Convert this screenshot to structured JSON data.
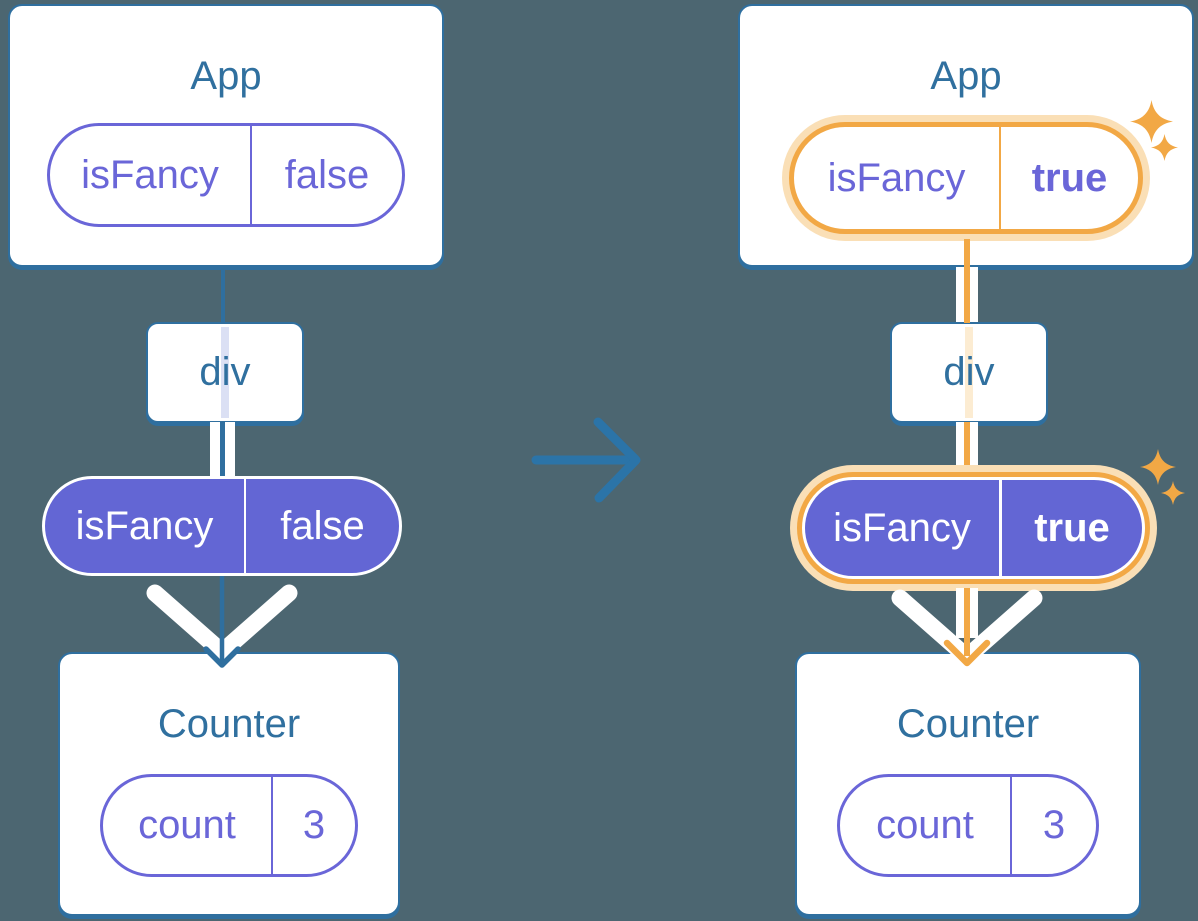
{
  "colors": {
    "background": "#4c6671",
    "card_bg": "#ffffff",
    "card_border": "#2f6f9f",
    "title_text": "#30709f",
    "purple": "#6a66d8",
    "purple_fill": "#6366d4",
    "orange": "#f2a845",
    "orange_halo": "#fadfb6",
    "connector_blue": "#2f6f9f",
    "lavender_stripe": "#dbe0f4",
    "cream_stripe": "#fcecd2",
    "transition_arrow": "#2b74a8"
  },
  "icons": {
    "transition_arrow": "right-arrow",
    "sparkle": "four-point-star",
    "render_arrow": "down-chevron-arrow"
  },
  "left_tree": {
    "app": {
      "title": "App",
      "prop_pill": {
        "key": "isFancy",
        "value": "false"
      }
    },
    "div_node": {
      "label": "div"
    },
    "passed_prop_pill": {
      "key": "isFancy",
      "value": "false"
    },
    "counter": {
      "title": "Counter",
      "state_pill": {
        "key": "count",
        "value": "3"
      }
    }
  },
  "right_tree": {
    "app": {
      "title": "App",
      "prop_pill": {
        "key": "isFancy",
        "value": "true"
      }
    },
    "div_node": {
      "label": "div"
    },
    "passed_prop_pill": {
      "key": "isFancy",
      "value": "true"
    },
    "counter": {
      "title": "Counter",
      "state_pill": {
        "key": "count",
        "value": "3"
      }
    }
  }
}
